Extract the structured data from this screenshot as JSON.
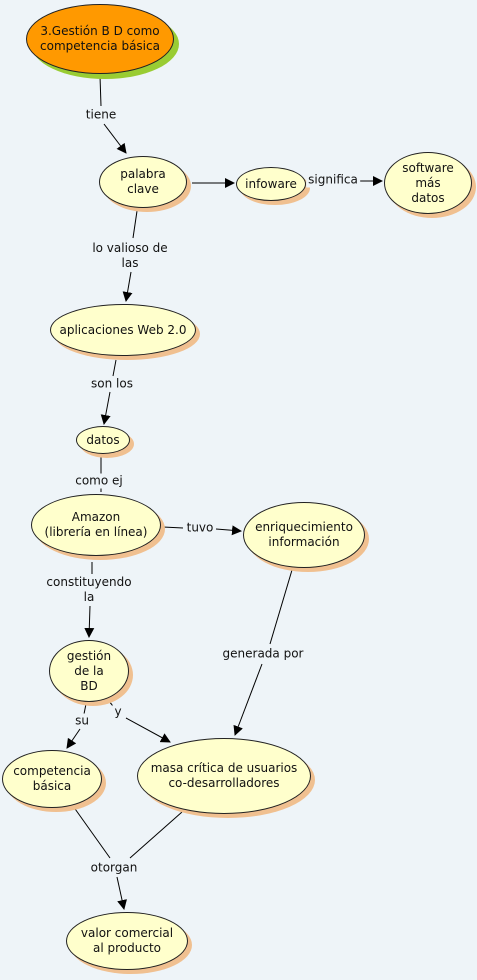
{
  "nodes": {
    "root": "3.Gestión B D como\ncompetencia básica",
    "palabra_clave": "palabra\nclave",
    "infoware": "infoware",
    "software": "software\nmás\ndatos",
    "web20": "aplicaciones Web 2.0",
    "datos": "datos",
    "amazon": "Amazon\n(librería en línea)",
    "enriquecimiento": "enriquecimiento\ninformación",
    "gestion": "gestión\nde la\nBD",
    "competencia": "competencia\nbásica",
    "masa": "masa crítica de usuarios\nco-desarrolladores",
    "valor": "valor comercial\nal producto"
  },
  "links": {
    "tiene": "tiene",
    "significa": "significa",
    "valioso": "lo valioso de\nlas",
    "son_los": "son los",
    "como_ej": "como ej",
    "tuvo": "tuvo",
    "constituyendo": "constituyendo\nla",
    "generada_por": "generada por",
    "su": "su",
    "y": "y",
    "otorgan": "otorgan"
  }
}
